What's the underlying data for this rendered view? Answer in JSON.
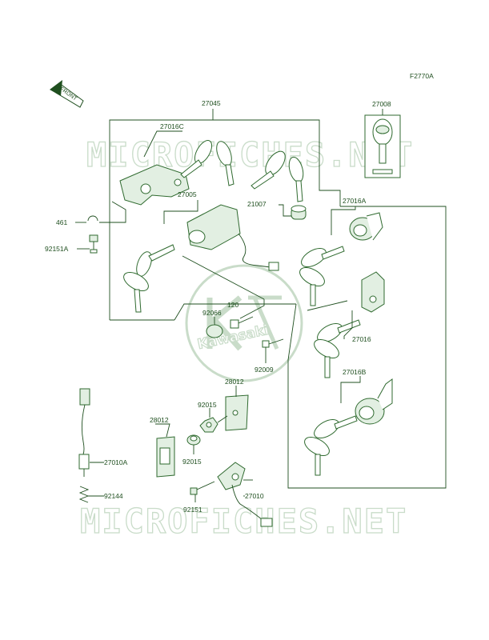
{
  "figure_code": "F2770A",
  "front_arrow_label": "FRONT",
  "logo_text": "Kawasaki",
  "watermark_text": "MICROFICHES.NET",
  "colors": {
    "line": "#1f4f1f",
    "watermark": "#c9dcc9",
    "logo": "#c9dcc9"
  },
  "labels": {
    "p27045": "27045",
    "p27008": "27008",
    "p27016C": "27016C",
    "p27005": "27005",
    "p21007": "21007",
    "p27016A": "27016A",
    "p461": "461",
    "p92151A": "92151A",
    "p120": "120",
    "p92066": "92066",
    "p92009": "92009",
    "p27016": "27016",
    "p27016B": "27016B",
    "p28012a": "28012",
    "p92015a": "92015",
    "p28012b": "28012",
    "p92015b": "92015",
    "p27010A": "27010A",
    "p92144": "92144",
    "p92151": "92151",
    "p27010": "27010"
  }
}
